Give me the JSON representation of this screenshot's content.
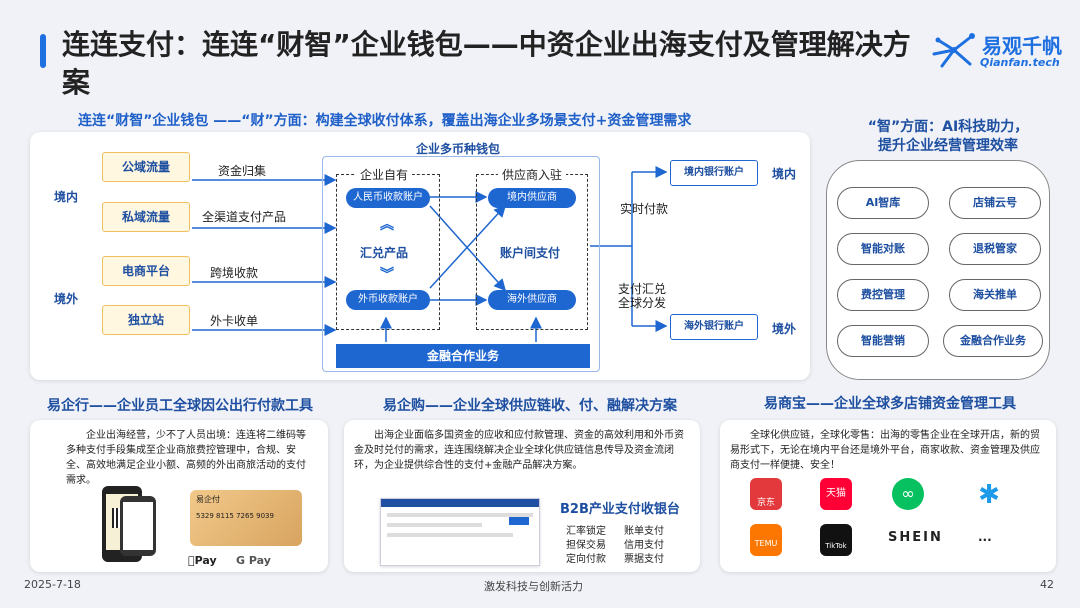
{
  "title": "连连支付：连连“财智”企业钱包——中资企业出海支付及管理解决方案",
  "logo": {
    "cn": "易观千帆",
    "en": "Qianfan.tech"
  },
  "left_section": {
    "heading": "连连“财智”企业钱包 ——“财”方面：构建全球收付体系，覆盖出海企业多场景支付+资金管理需求",
    "wallet_title": "企业多币种钱包",
    "region_domestic": "境内",
    "region_overseas": "境外",
    "sources": [
      "公域流量",
      "私域流量",
      "电商平台",
      "独立站"
    ],
    "flows": [
      "资金归集",
      "全渠道支付产品",
      "跨境收款",
      "外卡收单"
    ],
    "own": {
      "title": "企业自有",
      "rmb": "人民币收款账户",
      "fx_label": "汇兑产品",
      "foreign": "外币收款账户"
    },
    "supplier": {
      "title": "供应商入驻",
      "domestic": "境内供应商",
      "transfer_label": "账户间支付",
      "overseas": "海外供应商"
    },
    "finance": "金融合作业务",
    "right_labels": {
      "realtime": "实时付款",
      "fx_line1": "支付汇兑",
      "fx_line2": "全球分发"
    },
    "accounts": {
      "domestic": "境内银行账户",
      "overseas": "海外银行账户"
    },
    "right_region_domestic": "境内",
    "right_region_overseas": "境外"
  },
  "right_section": {
    "heading_line1": "“智”方面：AI科技助力，",
    "heading_line2": "提升企业经营管理效率",
    "items": [
      "AI智库",
      "店铺云号",
      "智能对账",
      "退税管家",
      "费控管理",
      "海关推单",
      "智能营销",
      "金融合作业务"
    ]
  },
  "cards": [
    {
      "title": "易企行——企业员工全球因公出行付款工具",
      "text": "企业出海经营，少不了人员出境：连连将二维码等多种支付手段集成至企业商旅费控管理中，合规、安全、高效地满足企业小额、高频的外出商旅活动的支付需求。",
      "card_name": "易企付",
      "card_number": "5329 8115 7265 9039",
      "pay_logos": [
        "Pay",
        "G Pay"
      ]
    },
    {
      "title": "易企购——企业全球供应链收、付、融解决方案",
      "text": "出海企业面临多国资金的应收和应付款管理、资金的高效利用和外币资金及时兑付的需求，连连围绕解决企业全球化供应链信息传导及资金流闭环，为企业提供综合性的支付+金融产品解决方案。",
      "product": "B2B产业支付收银台",
      "features": [
        "汇率锁定",
        "账单支付",
        "担保交易",
        "信用支付",
        "定向付款",
        "票据支付"
      ]
    },
    {
      "title": "易商宝——企业全球多店铺资金管理工具",
      "text": "全球化供应链，全球化零售：出海的零售企业在全球开店，新的贸易形式下，无论在境内平台还是境外平台，商家收款、资金管理及供应商支付一样便捷、安全！",
      "platforms": [
        "京东",
        "天猫",
        "",
        "",
        "TEMU",
        "TikTok",
        "SHEIN",
        "..."
      ]
    }
  ],
  "footer": {
    "date": "2025-7-18",
    "slogan": "激发科技与创新活力",
    "page": "42"
  }
}
